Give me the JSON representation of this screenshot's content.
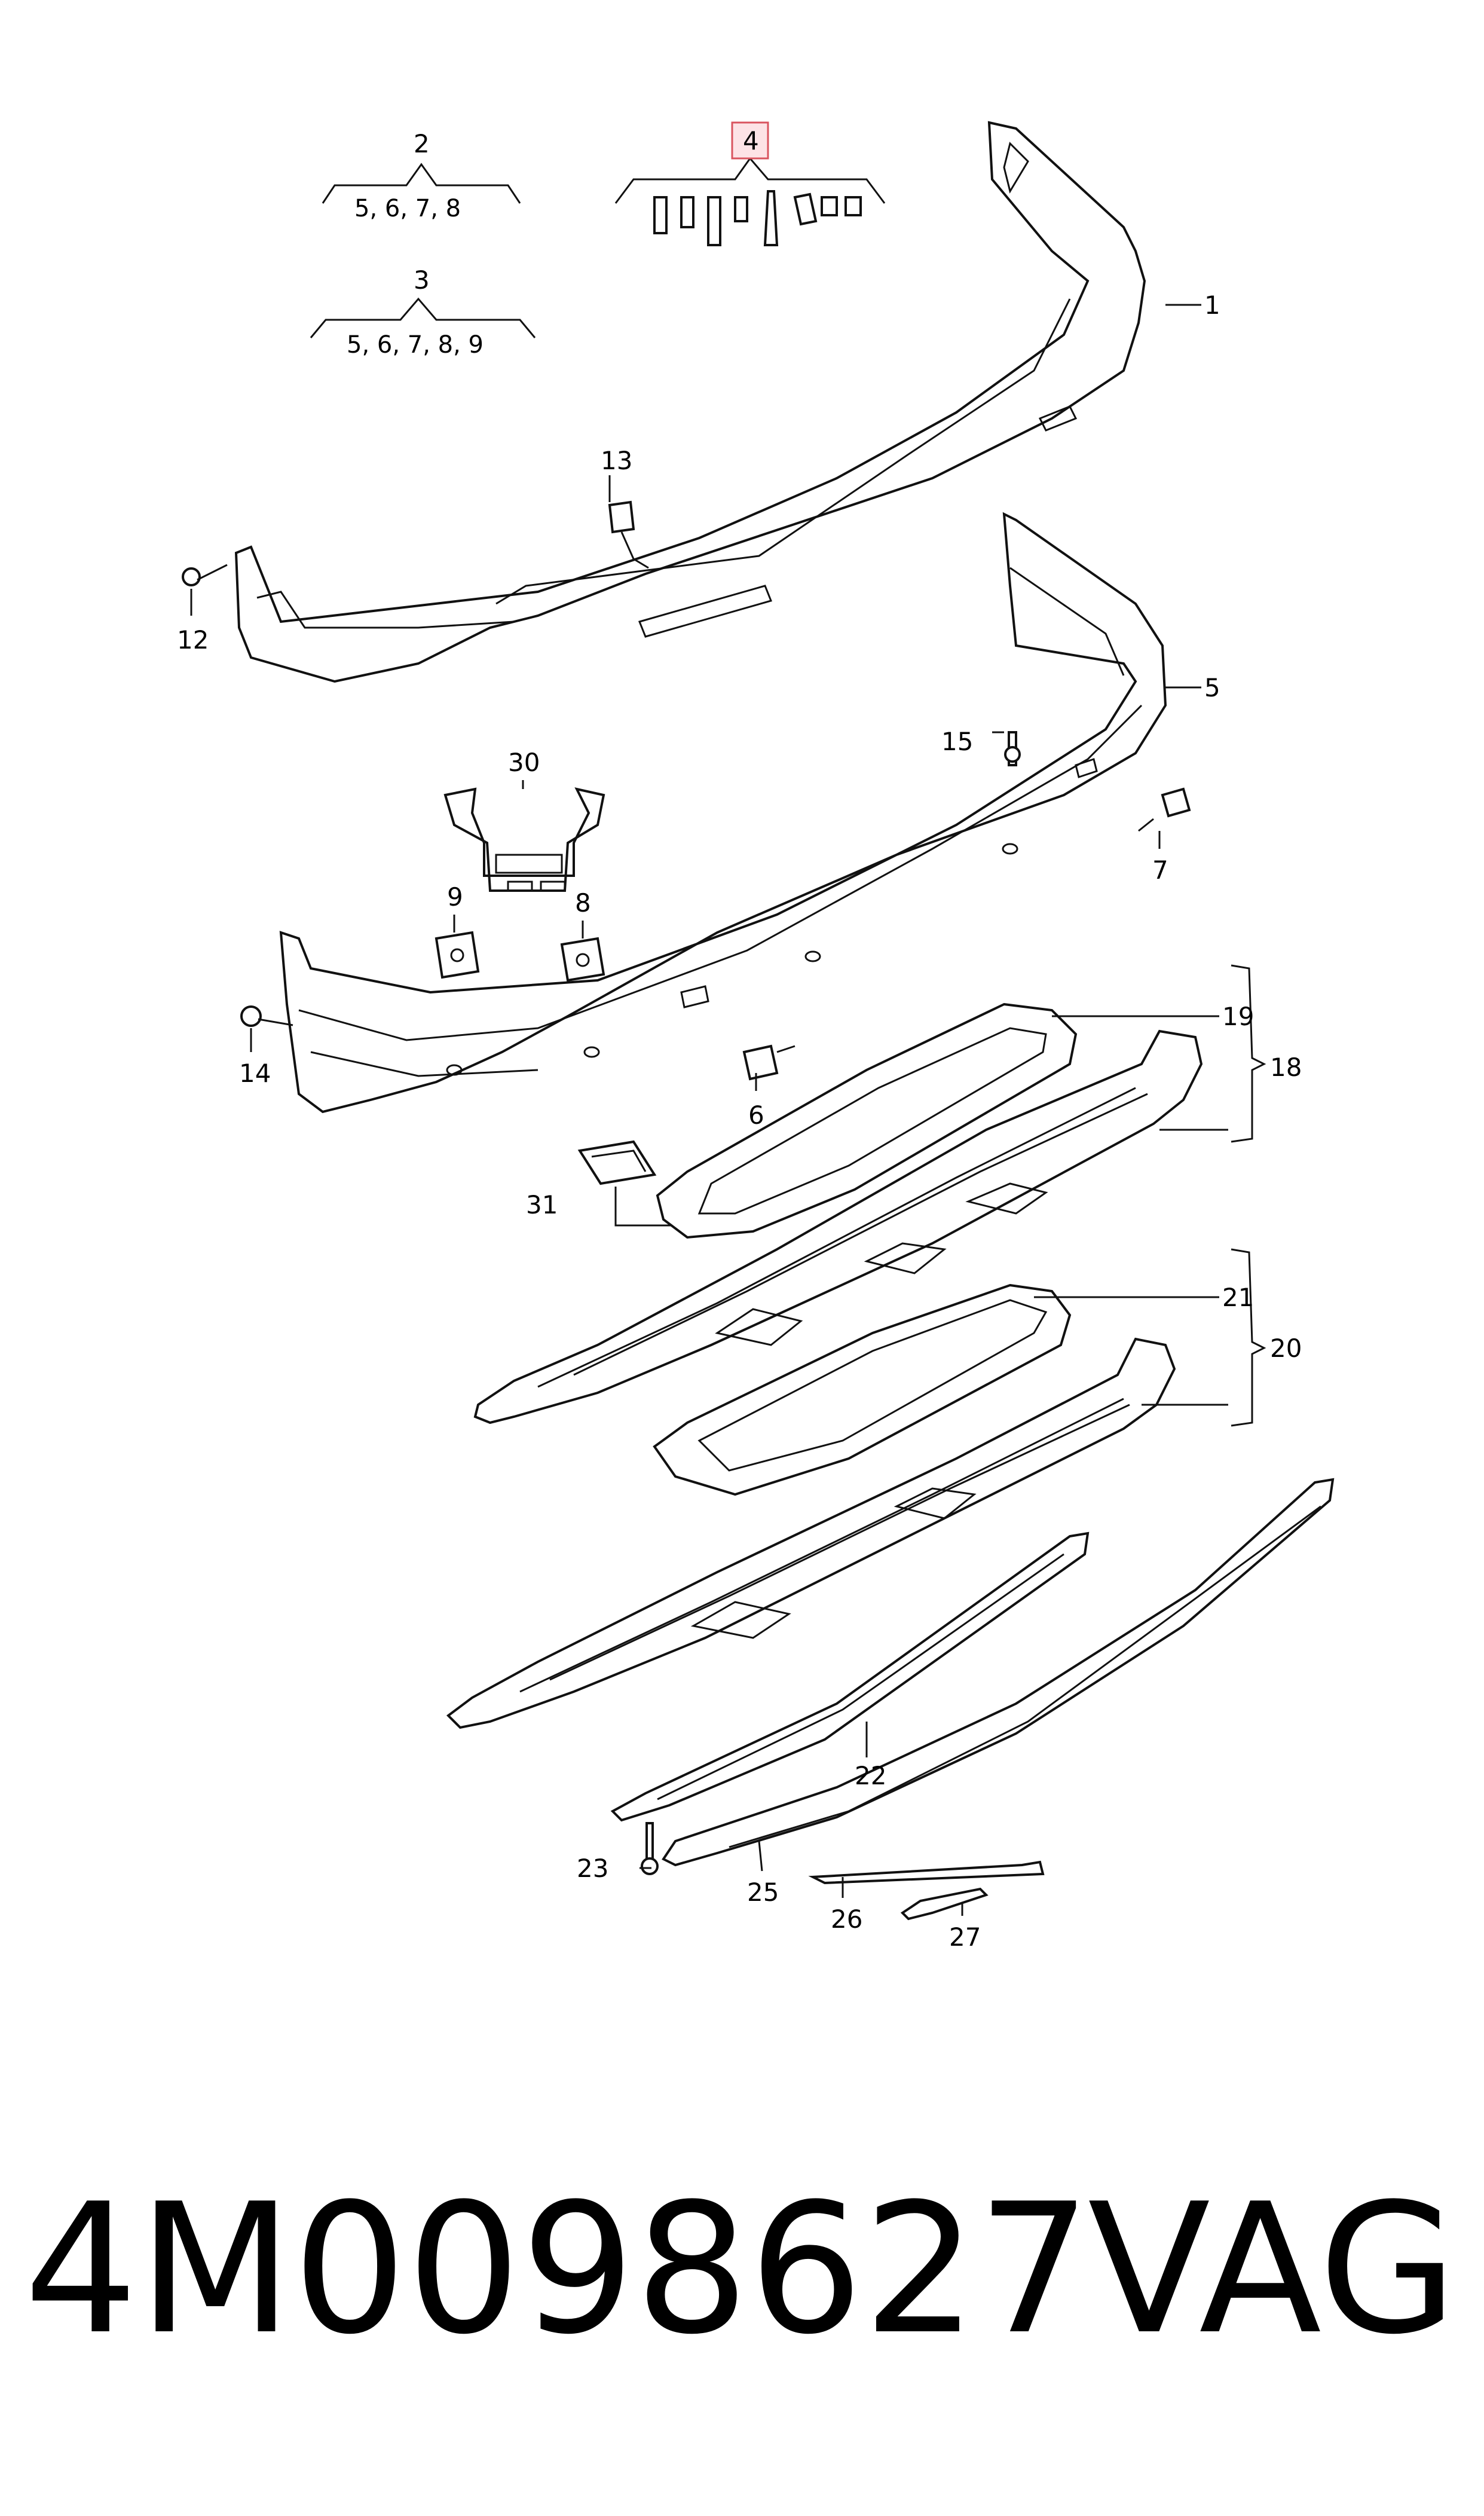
{
  "diagram": {
    "callouts": [
      {
        "id": "c1",
        "text": "1"
      },
      {
        "id": "c2",
        "text": "2"
      },
      {
        "id": "c2s",
        "text": "5, 6, 7, 8"
      },
      {
        "id": "c3",
        "text": "3"
      },
      {
        "id": "c3s",
        "text": "5, 6, 7, 8, 9"
      },
      {
        "id": "c4",
        "text": "4"
      },
      {
        "id": "c5",
        "text": "5"
      },
      {
        "id": "c6",
        "text": "6"
      },
      {
        "id": "c7",
        "text": "7"
      },
      {
        "id": "c8",
        "text": "8"
      },
      {
        "id": "c9",
        "text": "9"
      },
      {
        "id": "c12",
        "text": "12"
      },
      {
        "id": "c13",
        "text": "13"
      },
      {
        "id": "c14",
        "text": "14"
      },
      {
        "id": "c15",
        "text": "15"
      },
      {
        "id": "c18",
        "text": "18"
      },
      {
        "id": "c19",
        "text": "19"
      },
      {
        "id": "c20",
        "text": "20"
      },
      {
        "id": "c21",
        "text": "21"
      },
      {
        "id": "c22",
        "text": "22"
      },
      {
        "id": "c23",
        "text": "23"
      },
      {
        "id": "c25",
        "text": "25"
      },
      {
        "id": "c26",
        "text": "26"
      },
      {
        "id": "c27",
        "text": "27"
      },
      {
        "id": "c30",
        "text": "30"
      },
      {
        "id": "c31",
        "text": "31"
      }
    ],
    "highlight_color": "#d9545f"
  },
  "footer": {
    "part_number": "4M0098627",
    "brand": "VAG"
  }
}
